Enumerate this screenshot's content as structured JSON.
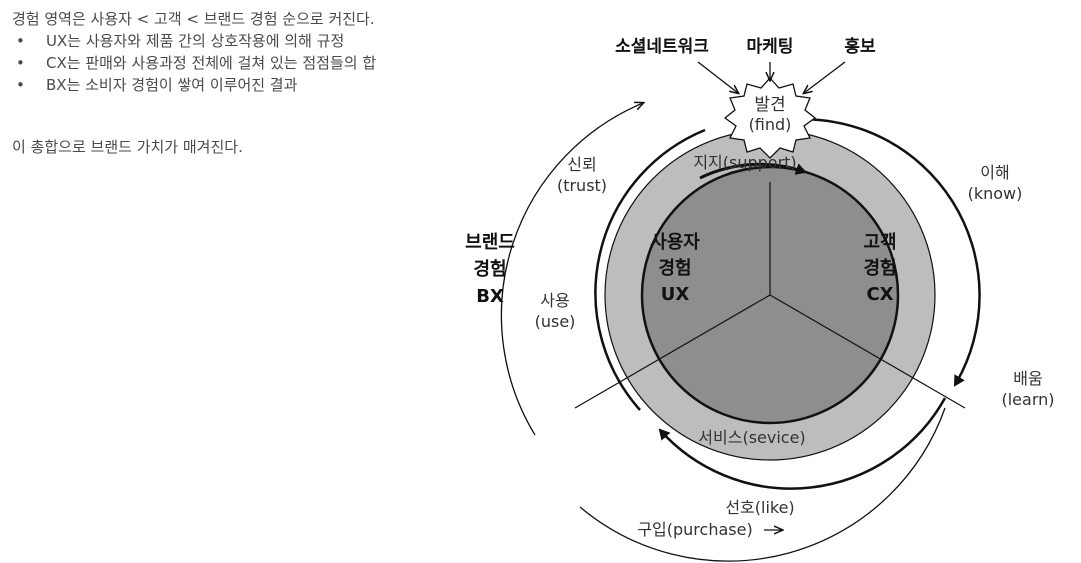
{
  "intro": {
    "heading": "경험 영역은 사용자 < 고객 < 브랜드 경험 순으로 커진다.",
    "bullets": [
      "UX는 사용자와 제품 간의 상호작용에 의해 규정",
      "CX는 판매와 사용과정 전체에 걸쳐 있는 점점들의 합",
      "BX는 소비자 경험이 쌓여 이루어진 결과"
    ],
    "summary": "이 총합으로 브랜드 가치가 매겨진다."
  },
  "diagram": {
    "sources": [
      "소셜네트워크",
      "마케팅",
      "홍보"
    ],
    "find": [
      "발견",
      "(find)"
    ],
    "support": "지지(support)",
    "service": "서비스(sevice)",
    "ux": [
      "사용자",
      "경험",
      "UX"
    ],
    "cx": [
      "고객",
      "경험",
      "CX"
    ],
    "bx": [
      "브랜드",
      "경험",
      "BX"
    ],
    "trust": [
      "신뢰",
      "(trust)"
    ],
    "use": [
      "사용",
      "(use)"
    ],
    "know": [
      "이해",
      "(know)"
    ],
    "learn": [
      "배움",
      "(learn)"
    ],
    "like": "선호(like)",
    "purchase": "구입(purchase)",
    "colors": {
      "bx_fill": "#ffffff",
      "cx_fill": "#bdbdbd",
      "ux_fill": "#8e8e8e",
      "stroke": "#111111"
    }
  }
}
